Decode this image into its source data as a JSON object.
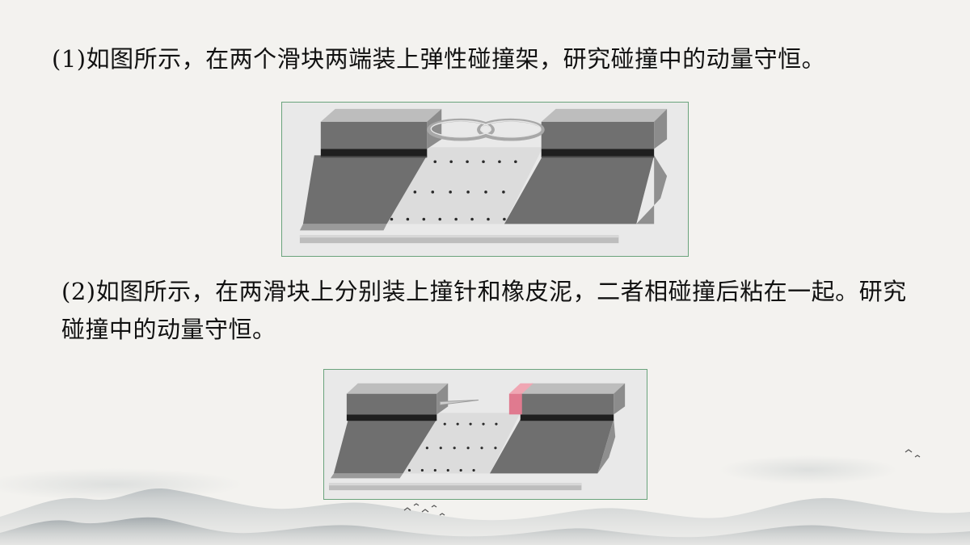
{
  "paragraphs": {
    "p1": "(1)如图所示，在两个滑块两端装上弹性碰撞架，研究碰撞中的动量守恒。",
    "p2": "(2)如图所示，在两滑块上分别装上撞针和橡皮泥，二者相碰撞后粘在一起。研究碰撞中的动量守恒。"
  },
  "figures": [
    {
      "id": "fig1",
      "content": "air track with two sliders and elastic bumper loops"
    },
    {
      "id": "fig2",
      "content": "air track with two sliders, needle and plasticine"
    }
  ],
  "colors": {
    "background": "#f3f2ef",
    "figure_border": "#6aa37c",
    "slider_face": "#6f6f6f",
    "plasticine": "#e07a8f"
  }
}
